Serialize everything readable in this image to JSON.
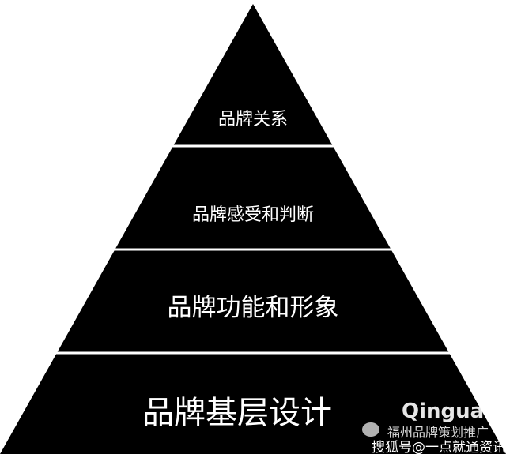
{
  "colors": {
    "pyramid": "#000000",
    "divider": "#ffffff",
    "text": "#ffffff"
  },
  "levels": [
    {
      "label": "品牌关系"
    },
    {
      "label": "品牌感受和判断"
    },
    {
      "label": "品牌功能和形象"
    },
    {
      "label": "品牌基层设计"
    }
  ],
  "watermark": {
    "logo": "Qingua",
    "line1": "福州品牌策划推广",
    "line2": "搜狐号@一点就通资讯",
    "icon": "wechat-icon"
  }
}
